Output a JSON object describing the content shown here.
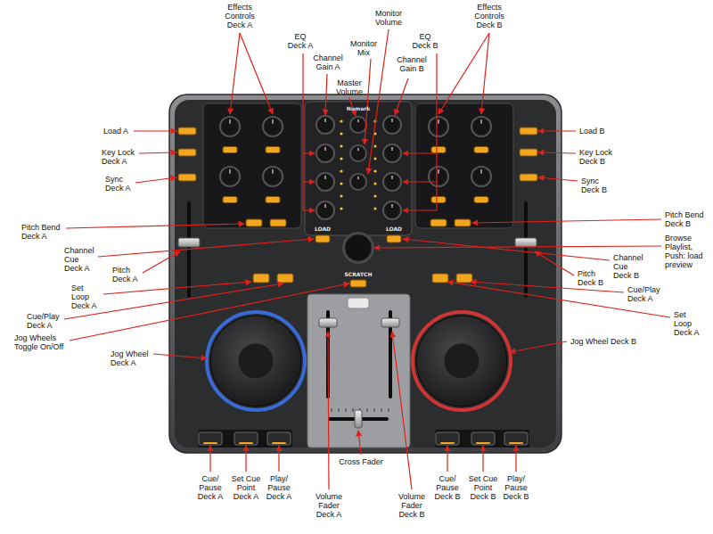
{
  "diagram": {
    "labels": [
      "Effects Controls Deck A",
      "EQ Deck A",
      "Channel Gain A",
      "Monitor Volume",
      "Monitor Mix",
      "Master Volume",
      "EQ Deck B",
      "Channel Gain B",
      "Effects Controls Deck B",
      "Load A",
      "Key Lock Deck A",
      "Sync Deck A",
      "Pitch Bend Deck A",
      "Channel Cue Deck A",
      "Pitch Deck A",
      "Set Loop Deck A",
      "Cue/Play Deck A",
      "Jog Wheels Toggle On/Off",
      "Jog Wheel Deck A",
      "Load B",
      "Key Lock Deck B",
      "Sync Deck B",
      "Pitch Bend Deck B",
      "Browse Playlist, Push: load preview",
      "Channel Cue Deck B",
      "Pitch Deck B",
      "Cue/Play Deck A",
      "Set Loop Deck A",
      "Jog Wheel Deck B",
      "Cue/ Pause Deck A",
      "Set Cue Point Deck A",
      "Play/ Pause Deck A",
      "Volume Fader Deck A",
      "Cross Fader",
      "Volume Fader Deck B",
      "Cue/ Pause Deck B",
      "Set Cue Point Deck B",
      "Play/ Pause Deck B",
      "Numark",
      "LOAD",
      "LOAD",
      "SCRATCH"
    ]
  }
}
